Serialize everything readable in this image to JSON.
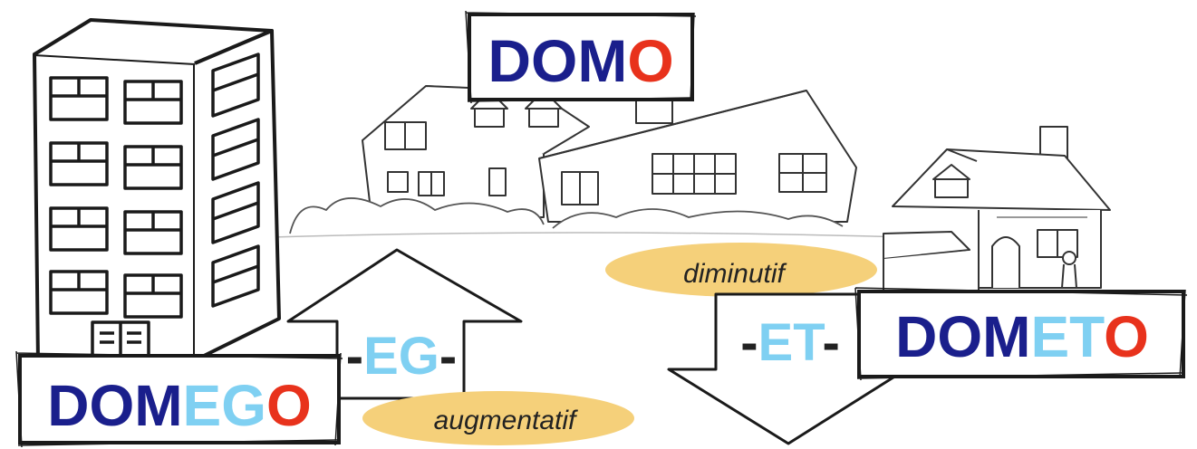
{
  "center": {
    "root": "DOM",
    "ending": "O"
  },
  "left": {
    "root": "DOM",
    "suffix": "EG",
    "ending": "O"
  },
  "right": {
    "root": "DOM",
    "suffix": "ET",
    "ending": "O"
  },
  "up_arrow": {
    "dash_before": "-",
    "suffix": "EG",
    "dash_after": "-",
    "label": "augmentatif"
  },
  "down_arrow": {
    "dash_before": "-",
    "suffix": "ET",
    "dash_after": "-",
    "label": "diminutif"
  },
  "colors": {
    "root": "#1a1f8c",
    "suffix": "#7fd0f2",
    "ending": "#e8321c",
    "dash": "#222222",
    "label_bg": "#f5d07a",
    "ink": "#1a1a1a"
  },
  "icons": [
    "apartment-building-icon",
    "large-house-icon",
    "small-cottage-icon",
    "up-arrow-icon",
    "down-arrow-icon"
  ]
}
